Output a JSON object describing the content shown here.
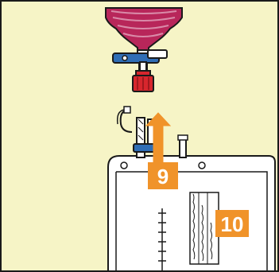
{
  "colors": {
    "background": "#F6F4C6",
    "border": "#1A1A1A",
    "bottle": "#B8265A",
    "bottle_light": "#D98AA8",
    "clamp": "#2F6DB5",
    "cap": "#D7262D",
    "arrow": "#F0932A",
    "badge": "#F0932A",
    "bag": "#FFFFFF",
    "label_box": "#FFFFFF"
  },
  "illustration": {
    "top_part": "infusion-bottle-with-clamp-and-cap",
    "bottom_part": "drainage-bag-with-port",
    "direction": "up"
  },
  "steps": {
    "step_9": "9",
    "step_10": "10"
  }
}
